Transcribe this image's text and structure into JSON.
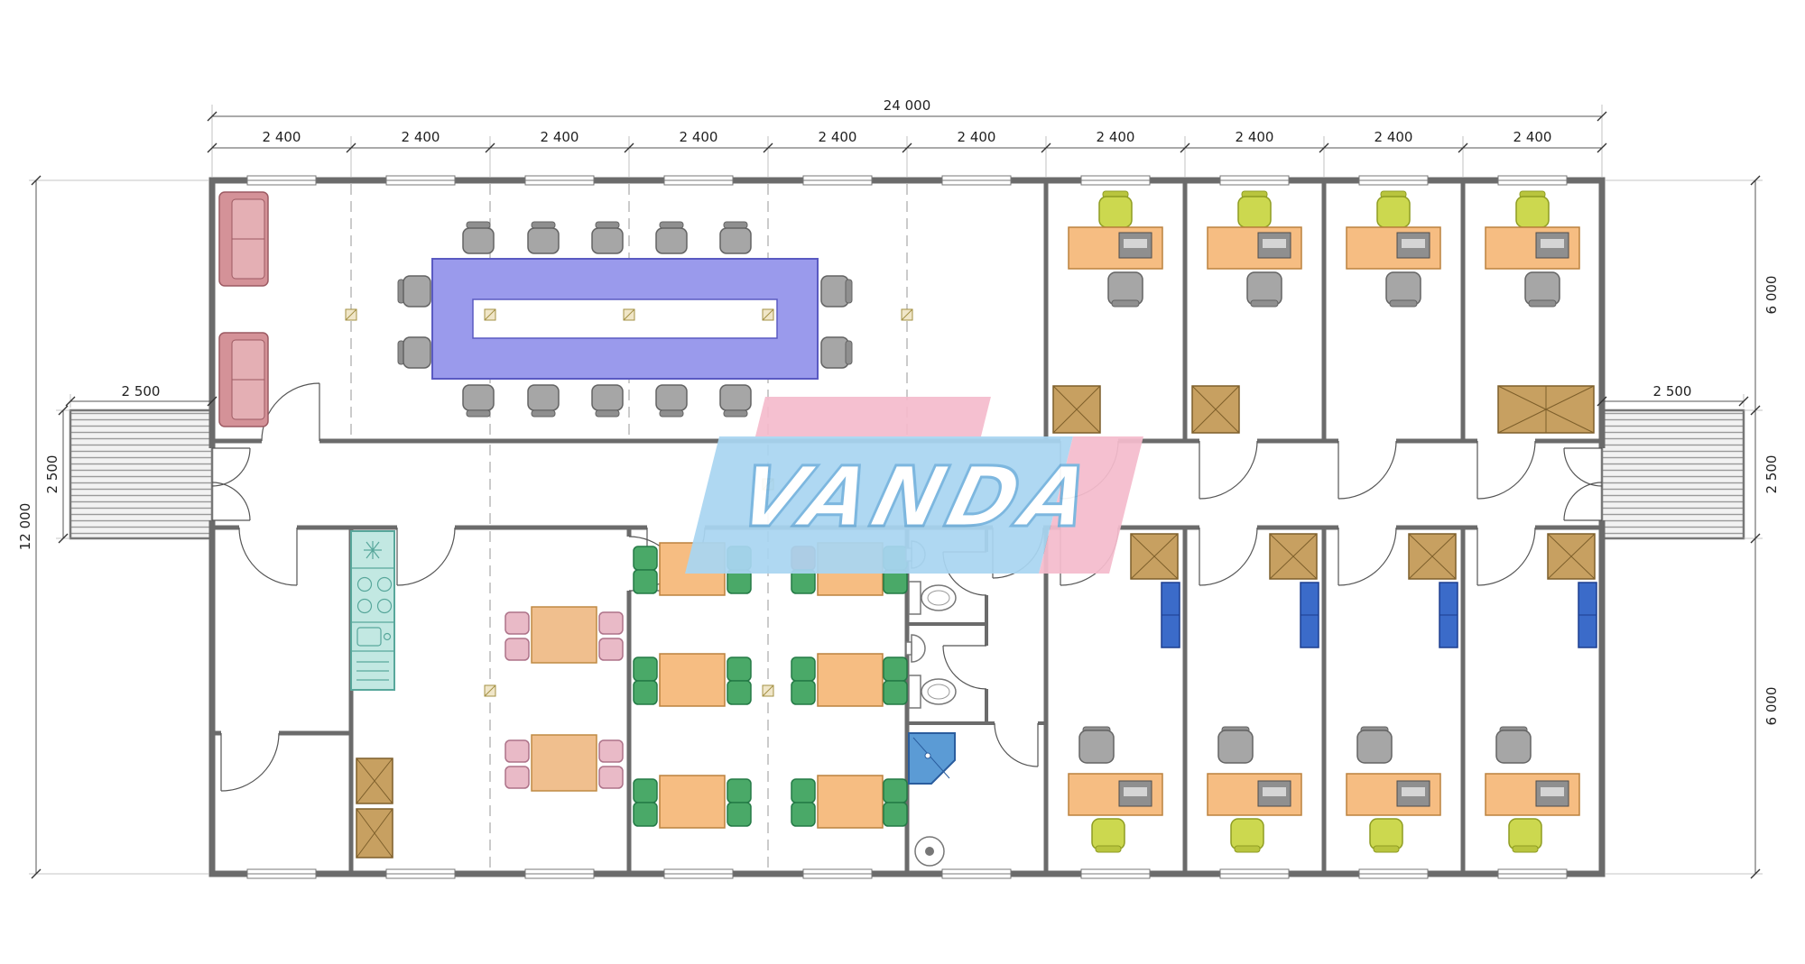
{
  "watermark": {
    "text": "VANDA",
    "blue": "#a9d6f2",
    "pink": "#f5bccd"
  },
  "dimensions": {
    "top_total": "24 000",
    "modules": [
      "2 400",
      "2 400",
      "2 400",
      "2 400",
      "2 400",
      "2 400",
      "2 400",
      "2 400",
      "2 400",
      "2 400"
    ],
    "left_total": "12 000",
    "left_entrance_width": "2 500",
    "left_entrance_depth": "2 500",
    "right_entrance_depth": "2 500",
    "right_entrance_width": "2 500",
    "right_top": "6 000",
    "right_bottom": "6 000"
  },
  "colors": {
    "wall": "#6b6b6b",
    "conference_table": "#9a9aec",
    "desk_orange": "#f6bd82",
    "chair_gray": "#a6a6a6",
    "chair_yellow_green": "#ccd84f",
    "chair_green": "#4aa968",
    "chair_red": "#e2603e",
    "chair_pink": "#e9bac7",
    "sofa_pink": "#d49298",
    "cabinet_tan": "#c7a061",
    "shelf_blue": "#3b6bc9",
    "kitchen_teal": "#c2e8e2",
    "shower_blue": "#5b9bd5"
  }
}
